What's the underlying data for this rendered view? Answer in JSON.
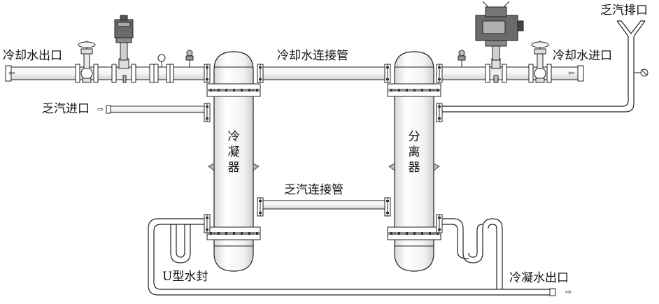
{
  "labels": {
    "cooling_water_outlet": "冷却水出口",
    "cooling_water_connect": "冷却水连接管",
    "cooling_water_inlet": "冷却水进口",
    "exhaust_outlet": "乏汽排口",
    "exhaust_inlet": "乏汽进口",
    "condenser": [
      "冷",
      "凝",
      "器"
    ],
    "separator": [
      "分",
      "离",
      "器"
    ],
    "exhaust_connect": "乏汽连接管",
    "u_seal": "U型水封",
    "condensate_outlet": "冷凝水出口"
  },
  "arrow_glyph": "⇦",
  "arrow_glyph_right": "⇨",
  "arrow_glyph_small": "⇨",
  "colors": {
    "line": "#222222",
    "body": "#ffffff",
    "shade": "#e6e6e6",
    "dark": "#555555"
  }
}
